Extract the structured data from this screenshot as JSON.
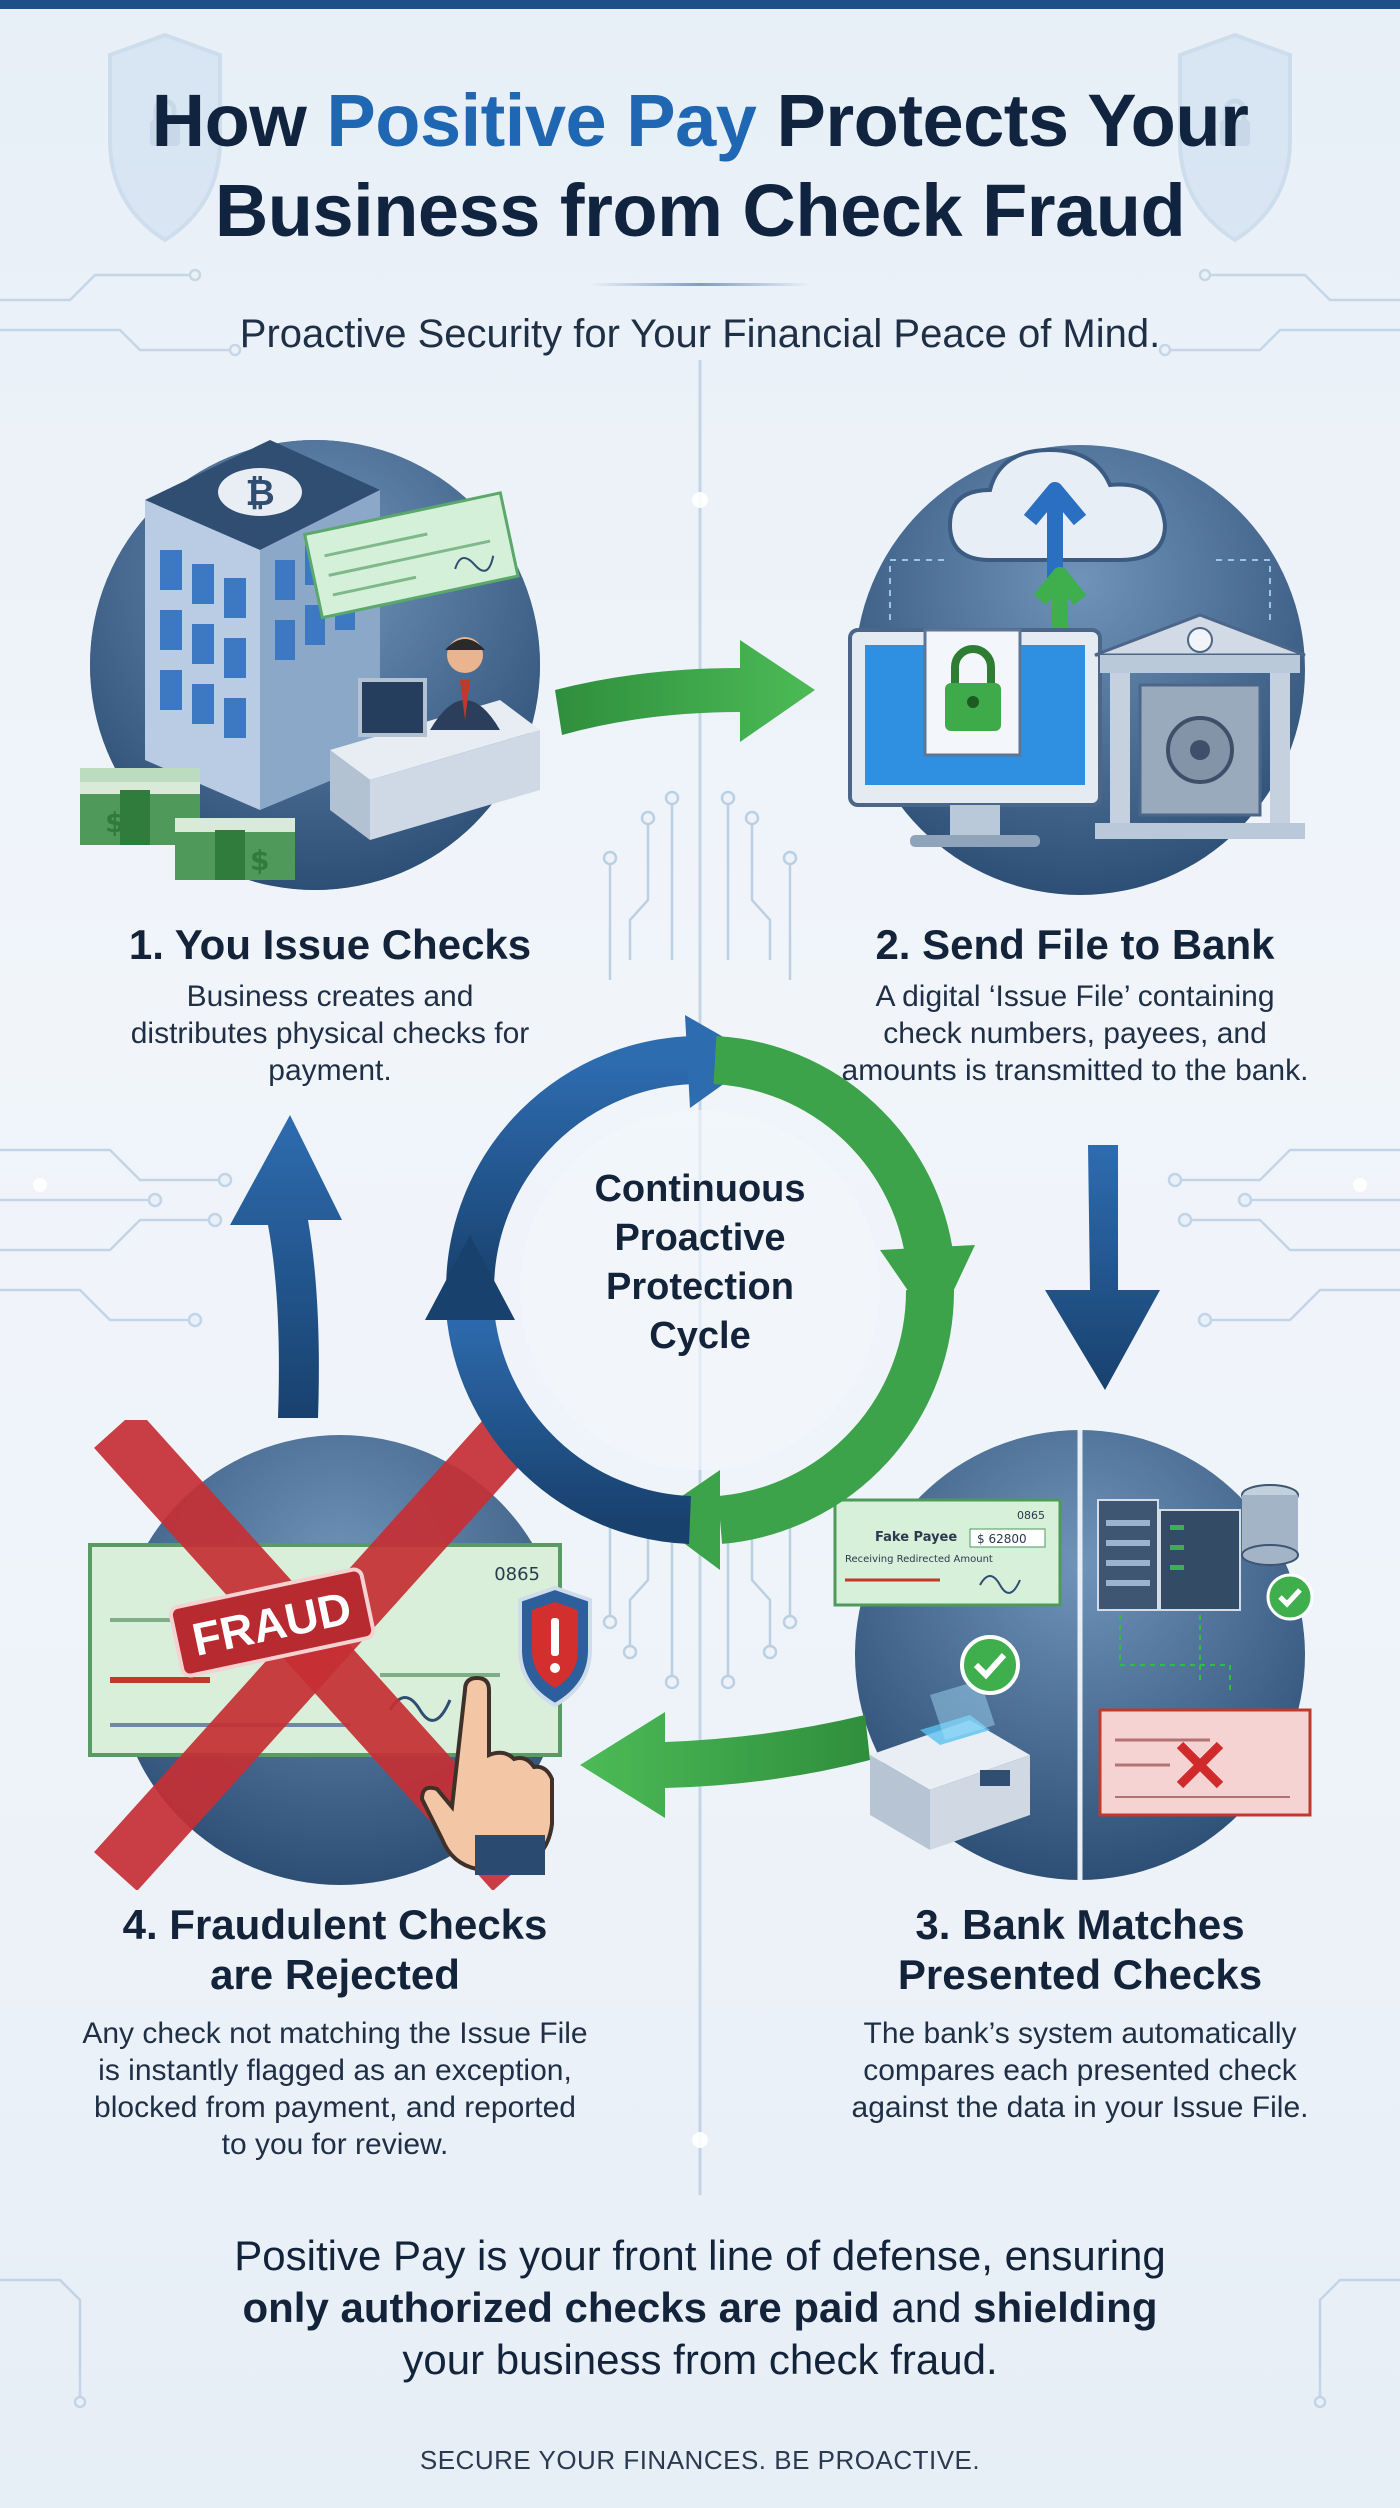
{
  "header": {
    "title_part1": "How ",
    "title_highlight": "Positive Pay",
    "title_part2": " Protects Your",
    "title_line2": "Business from Check Fraud",
    "subtitle": "Proactive Security for Your Financial Peace of Mind."
  },
  "steps": [
    {
      "title": "1. You Issue Checks",
      "description": "Business creates and distributes physical checks for payment."
    },
    {
      "title": "2. Send File to Bank",
      "description": "A digital ‘Issue File’ containing check numbers, payees, and amounts is transmitted to the bank."
    },
    {
      "title_line1": "3. Bank Matches",
      "title_line2": "Presented Checks",
      "description": "The bank’s system automatically compares each presented check against the data in your Issue File."
    },
    {
      "title_line1": "4. Fraudulent Checks",
      "title_line2": "are Rejected",
      "description": "Any check not matching the Issue File is instantly flagged as an exception, blocked from payment, and reported to you for review."
    }
  ],
  "center": {
    "line1": "Continuous",
    "line2": "Proactive",
    "line3": "Protection",
    "line4": "Cycle"
  },
  "illustrations": {
    "fraud_stamp": "FRAUD",
    "check_number": "0865",
    "fake_payee": "Fake Payee",
    "fake_amount": "$ 62800",
    "check_caption": "Receiving Redirected Amount",
    "icon_names": [
      "office-building-icon",
      "bitcoin-icon",
      "cash-stack-icon",
      "check-icon",
      "cloud-upload-icon",
      "padlock-icon",
      "bank-vault-icon",
      "check-scanner-icon",
      "server-database-icon",
      "fraud-x-icon",
      "shield-alert-icon",
      "hand-pointer-icon"
    ]
  },
  "footer": {
    "line1": "Positive Pay is your front line of defense, ensuring",
    "bold1": "only authorized checks are paid",
    "and": " and ",
    "bold2": "shielding",
    "line3": "your business from check fraud.",
    "tagline": "SECURE YOUR FINANCES. BE PROACTIVE."
  },
  "colors": {
    "navy": "#13233a",
    "accent_blue": "#1f66b3",
    "arrow_green": "#3da34a",
    "arrow_blue": "#215a92",
    "fraud_red": "#c62f35"
  }
}
